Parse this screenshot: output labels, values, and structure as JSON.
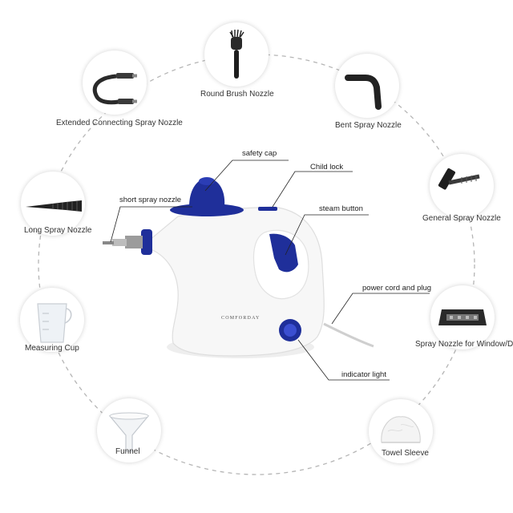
{
  "accessories": {
    "round_brush": "Round Brush Nozzle",
    "extended_connecting": "Extended Connecting Spray Nozzle",
    "bent_spray": "Bent Spray Nozzle",
    "general_spray": "General Spray Nozzle",
    "long_spray": "Long Spray Nozzle",
    "window_door": "Spray Nozzle for Window/Door",
    "measuring_cup": "Measuring Cup",
    "towel_sleeve": "Towel Sleeve",
    "funnel": "Funnel"
  },
  "callouts": {
    "safety_cap": "safety cap",
    "child_lock": "Child lock",
    "short_spray_nozzle": "short spray nozzle",
    "steam_button": "steam button",
    "power_cord": "power cord and plug",
    "indicator_light": "indicator light"
  },
  "brand": "COMFORDAY",
  "colors": {
    "accent_blue": "#1f2f9a",
    "body_white": "#f7f7f7",
    "dark_part": "#2a2a2a",
    "dashed_ring": "#b5b5b5"
  }
}
